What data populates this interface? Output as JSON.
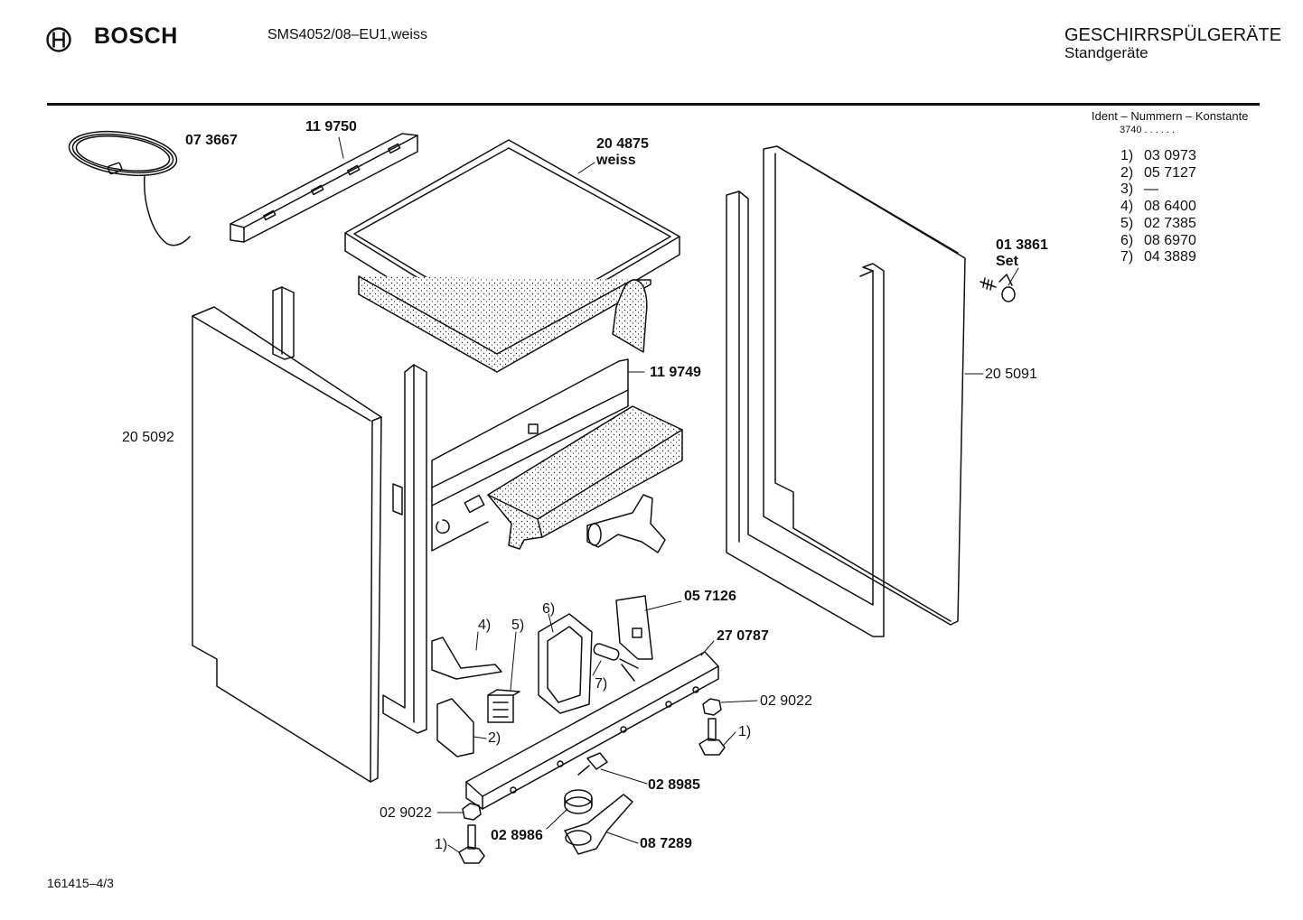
{
  "header": {
    "brand": "BOSCH",
    "model": "SMS4052/08–EU1,weiss",
    "category_title": "GESCHIRRSPÜLGERÄTE",
    "category_subtitle": "Standgeräte"
  },
  "ident": {
    "heading": "Ident – Nummern – Konstante",
    "code": "3740 . .   . . . .",
    "items": [
      {
        "key": "1)",
        "value": "03 0973"
      },
      {
        "key": "2)",
        "value": "05 7127"
      },
      {
        "key": "3)",
        "value": "—"
      },
      {
        "key": "4)",
        "value": "08 6400"
      },
      {
        "key": "5)",
        "value": "02 7385"
      },
      {
        "key": "6)",
        "value": "08 6970"
      },
      {
        "key": "7)",
        "value": "04 3889"
      }
    ]
  },
  "parts": {
    "power_cord": "07 3667",
    "top_rail": "11 9750",
    "worktop_number": "20 4875",
    "worktop_color": "weiss",
    "front_rail": "11 9749",
    "side_panel_left": "20 5092",
    "side_panel_right": "20 5091",
    "screw_set_number": "01 3861",
    "screw_set_label": "Set",
    "bracket": "05 7126",
    "base_rail": "27 0787",
    "nut_right": "02 9022",
    "foot_right": "1)",
    "nut_left": "02 9022",
    "foot_left": "1)",
    "clip": "02 8985",
    "cap": "02 8986",
    "foot_guide": "08 7289",
    "callout_2": "2)",
    "callout_4": "4)",
    "callout_5": "5)",
    "callout_6": "6)",
    "callout_7": "7)"
  },
  "footer": {
    "drawing_number": "161415–4/3"
  }
}
